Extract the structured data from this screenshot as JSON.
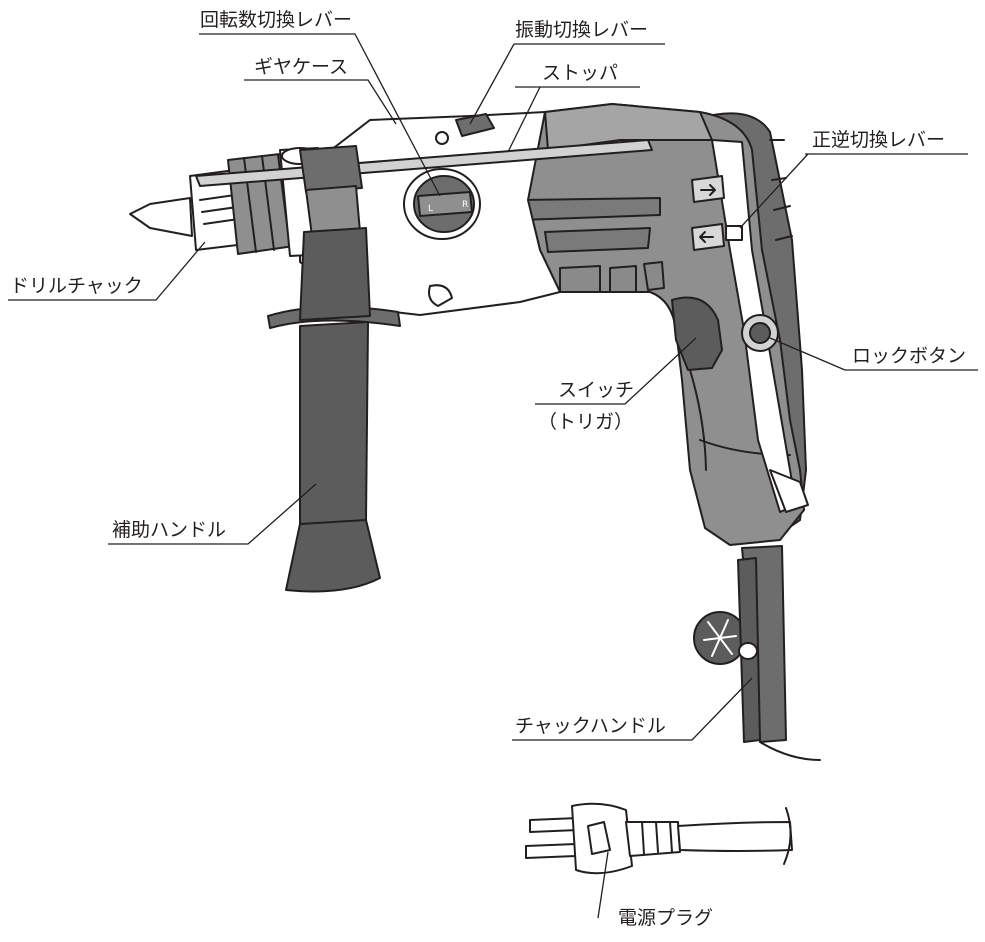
{
  "figure": {
    "labels": {
      "speed_lever": "回転数切換レバー",
      "vibration_lever": "振動切換レバー",
      "gear_case": "ギヤケース",
      "stopper": "ストッパ",
      "reverse_lever": "正逆切換レバー",
      "drill_chuck": "ドリルチャック",
      "lock_button": "ロックボタン",
      "switch": "スイッチ",
      "switch_sub": "（トリガ）",
      "side_handle": "補助ハンドル",
      "chuck_handle": "チャックハンドル",
      "power_plug": "電源プラグ"
    },
    "lever_marks": {
      "left": "L",
      "right": "R"
    },
    "colors": {
      "line": "#231f20",
      "body_dark": "#8f8f8f",
      "body_darker": "#6d6d6d",
      "handle_dark": "#5c5c5c",
      "metal_light": "#d2d2d2",
      "white_part": "#ffffff"
    }
  }
}
